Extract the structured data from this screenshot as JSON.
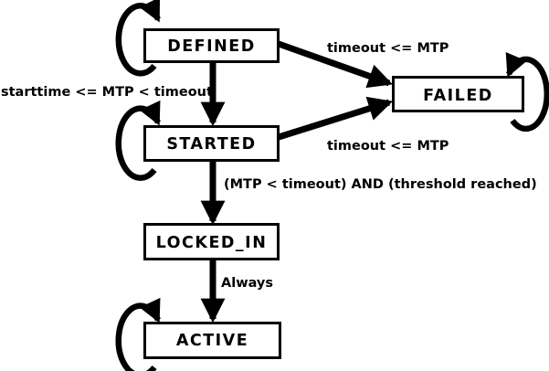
{
  "diagram": {
    "type": "state-machine",
    "colors": {
      "line": "#000000",
      "background": "#ffffff",
      "state_fill": "#ffffff",
      "text": "#000000"
    },
    "states": [
      {
        "name": "DEFINED",
        "self_loop": true
      },
      {
        "name": "STARTED",
        "self_loop": true
      },
      {
        "name": "FAILED",
        "self_loop": true
      },
      {
        "name": "LOCKED_IN",
        "self_loop": false
      },
      {
        "name": "ACTIVE",
        "self_loop": true
      }
    ],
    "transitions": [
      {
        "from": "DEFINED",
        "to": "STARTED",
        "label": "starttime <= MTP < timeout"
      },
      {
        "from": "DEFINED",
        "to": "FAILED",
        "label": "timeout <= MTP"
      },
      {
        "from": "STARTED",
        "to": "FAILED",
        "label": "timeout <= MTP"
      },
      {
        "from": "STARTED",
        "to": "LOCKED_IN",
        "label": "(MTP < timeout) AND (threshold reached)"
      },
      {
        "from": "LOCKED_IN",
        "to": "ACTIVE",
        "label": "Always"
      }
    ]
  }
}
